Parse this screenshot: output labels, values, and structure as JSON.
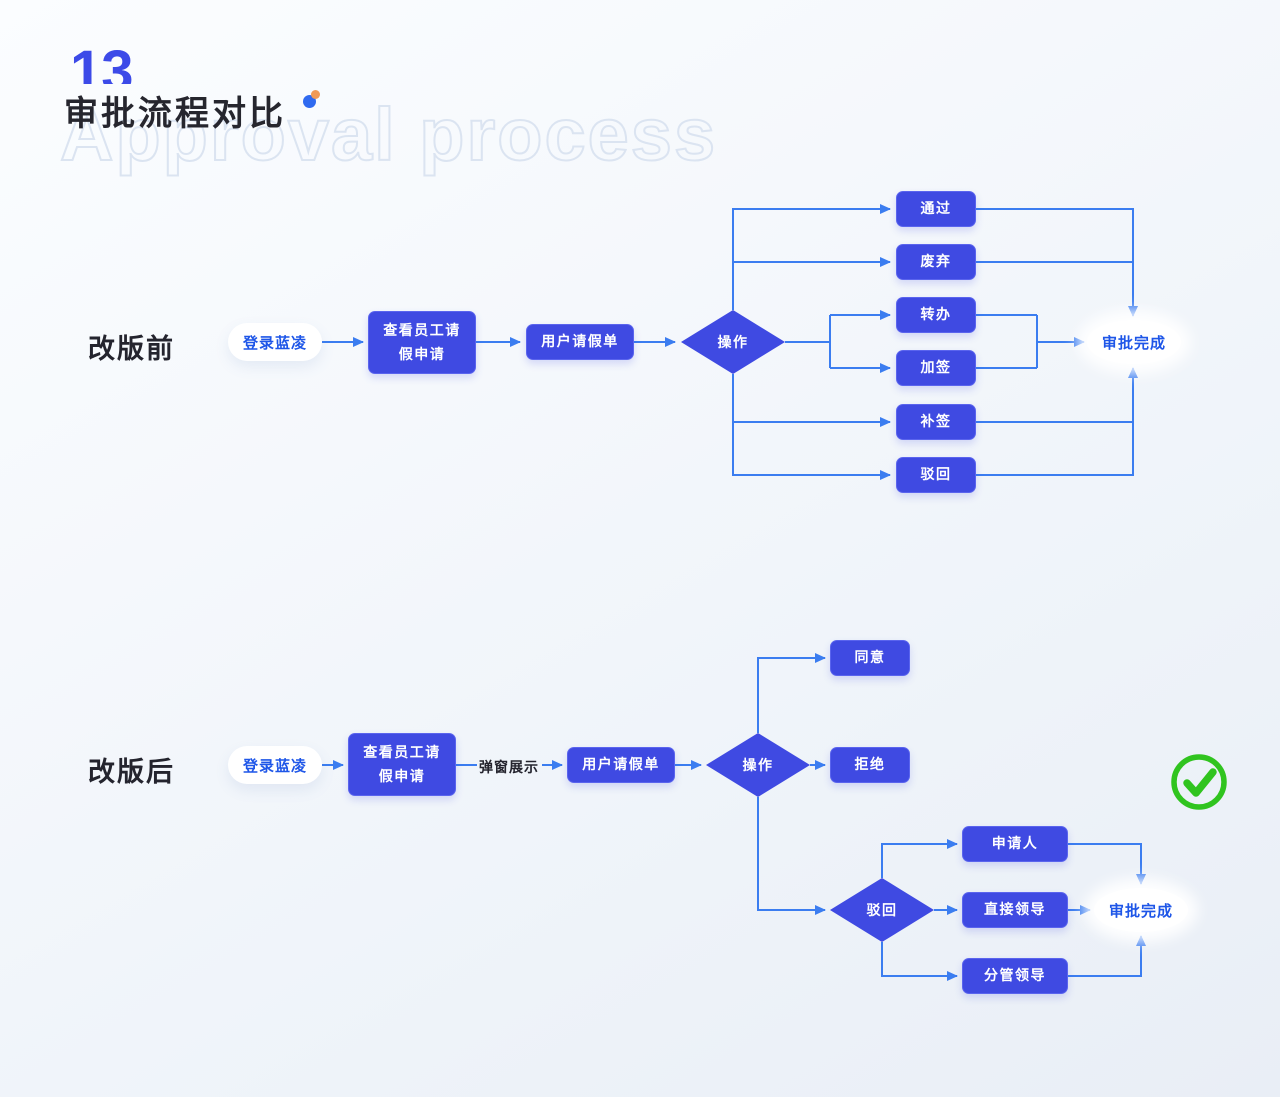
{
  "slide": {
    "number": "13",
    "title": "审批流程对比",
    "watermark": "Approval process"
  },
  "colors": {
    "node_blue": "#3f4ae2",
    "line_blue": "#3b7df0",
    "pill_text_blue": "#1e56e8",
    "title_dark": "#26262e",
    "number_blue": "#3c4ae8",
    "check_green": "#30c41f",
    "dot_orange": "#f09a57",
    "dot_blue": "#2f6af0",
    "watermark_stroke": "#dbe4f1"
  },
  "flow_before": {
    "label": "改版前",
    "start": "登录蓝凌",
    "step1": "查看员工请\n假申请",
    "step2": "用户请假单",
    "decision": "操作",
    "branches": [
      "通过",
      "废弃",
      "转办",
      "加签",
      "补签",
      "驳回"
    ],
    "end": "审批完成"
  },
  "flow_after": {
    "label": "改版后",
    "start": "登录蓝凌",
    "step1": "查看员工请\n假申请",
    "edge_label": "弹窗展示",
    "step2": "用户请假单",
    "decision": "操作",
    "agree": "同意",
    "reject": "拒绝",
    "decision2": "驳回",
    "sub_branches": [
      "申请人",
      "直接领导",
      "分管领导"
    ],
    "end": "审批完成"
  }
}
